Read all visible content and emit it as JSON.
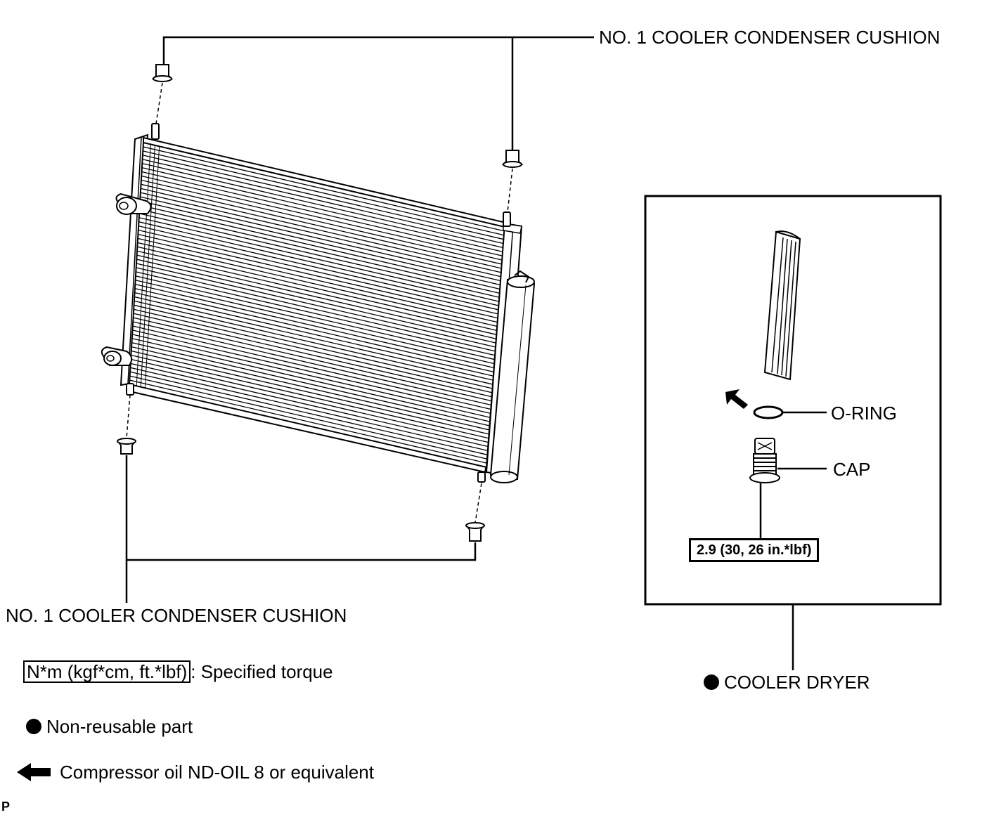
{
  "labels": {
    "cushion_top": "NO. 1 COOLER CONDENSER CUSHION",
    "cushion_bottom": "NO. 1 COOLER CONDENSER CUSHION",
    "o_ring": "O-RING",
    "cap": "CAP",
    "torque_value": "2.9 (30, 26 in.*lbf)",
    "cooler_dryer": "COOLER DRYER"
  },
  "legend": {
    "torque_box": "N*m (kgf*cm, ft.*lbf)",
    "torque_text": ": Specified torque",
    "non_reusable": "Non-reusable part",
    "compressor_oil": "Compressor oil ND-OIL 8 or equivalent"
  },
  "corner_code": "P",
  "icons": {
    "non_reusable": "filled-circle-icon",
    "compressor_oil": "left-arrow-icon"
  }
}
